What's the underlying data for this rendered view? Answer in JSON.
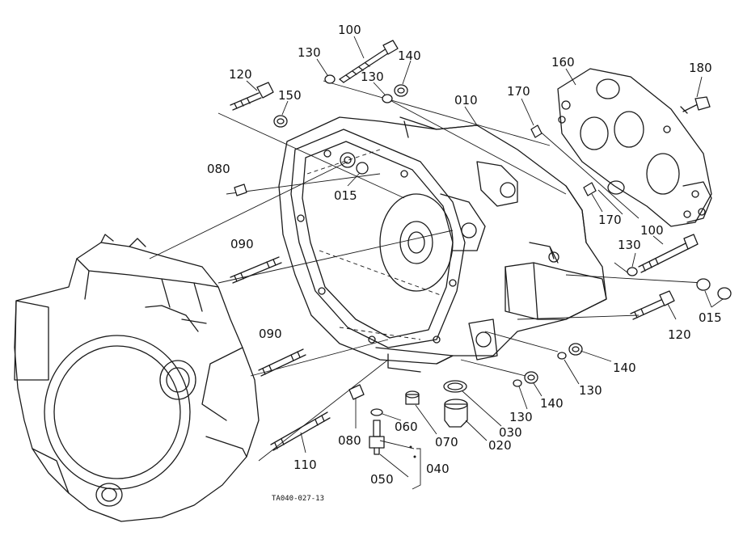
{
  "diagram": {
    "caption": "TA040-027-13",
    "parts": [
      {
        "id": "p100a",
        "label": "100"
      },
      {
        "id": "p130a",
        "label": "130"
      },
      {
        "id": "p140a",
        "label": "140"
      },
      {
        "id": "p130b",
        "label": "130"
      },
      {
        "id": "p120a",
        "label": "120"
      },
      {
        "id": "p150",
        "label": "150"
      },
      {
        "id": "p010",
        "label": "010"
      },
      {
        "id": "p170a",
        "label": "170"
      },
      {
        "id": "p160",
        "label": "160"
      },
      {
        "id": "p180",
        "label": "180"
      },
      {
        "id": "p080a",
        "label": "080"
      },
      {
        "id": "p015a",
        "label": "015"
      },
      {
        "id": "p170b",
        "label": "170"
      },
      {
        "id": "p090a",
        "label": "090"
      },
      {
        "id": "p100b",
        "label": "100"
      },
      {
        "id": "p130c",
        "label": "130"
      },
      {
        "id": "p120b",
        "label": "120"
      },
      {
        "id": "p015b",
        "label": "015"
      },
      {
        "id": "p090b",
        "label": "090"
      },
      {
        "id": "p140b",
        "label": "140"
      },
      {
        "id": "p130d",
        "label": "130"
      },
      {
        "id": "p140c",
        "label": "140"
      },
      {
        "id": "p130e",
        "label": "130"
      },
      {
        "id": "p060",
        "label": "060"
      },
      {
        "id": "p030",
        "label": "030"
      },
      {
        "id": "p080b",
        "label": "080"
      },
      {
        "id": "p070",
        "label": "070"
      },
      {
        "id": "p020",
        "label": "020"
      },
      {
        "id": "p110",
        "label": "110"
      },
      {
        "id": "p040",
        "label": "040"
      },
      {
        "id": "p050",
        "label": "050"
      }
    ]
  }
}
